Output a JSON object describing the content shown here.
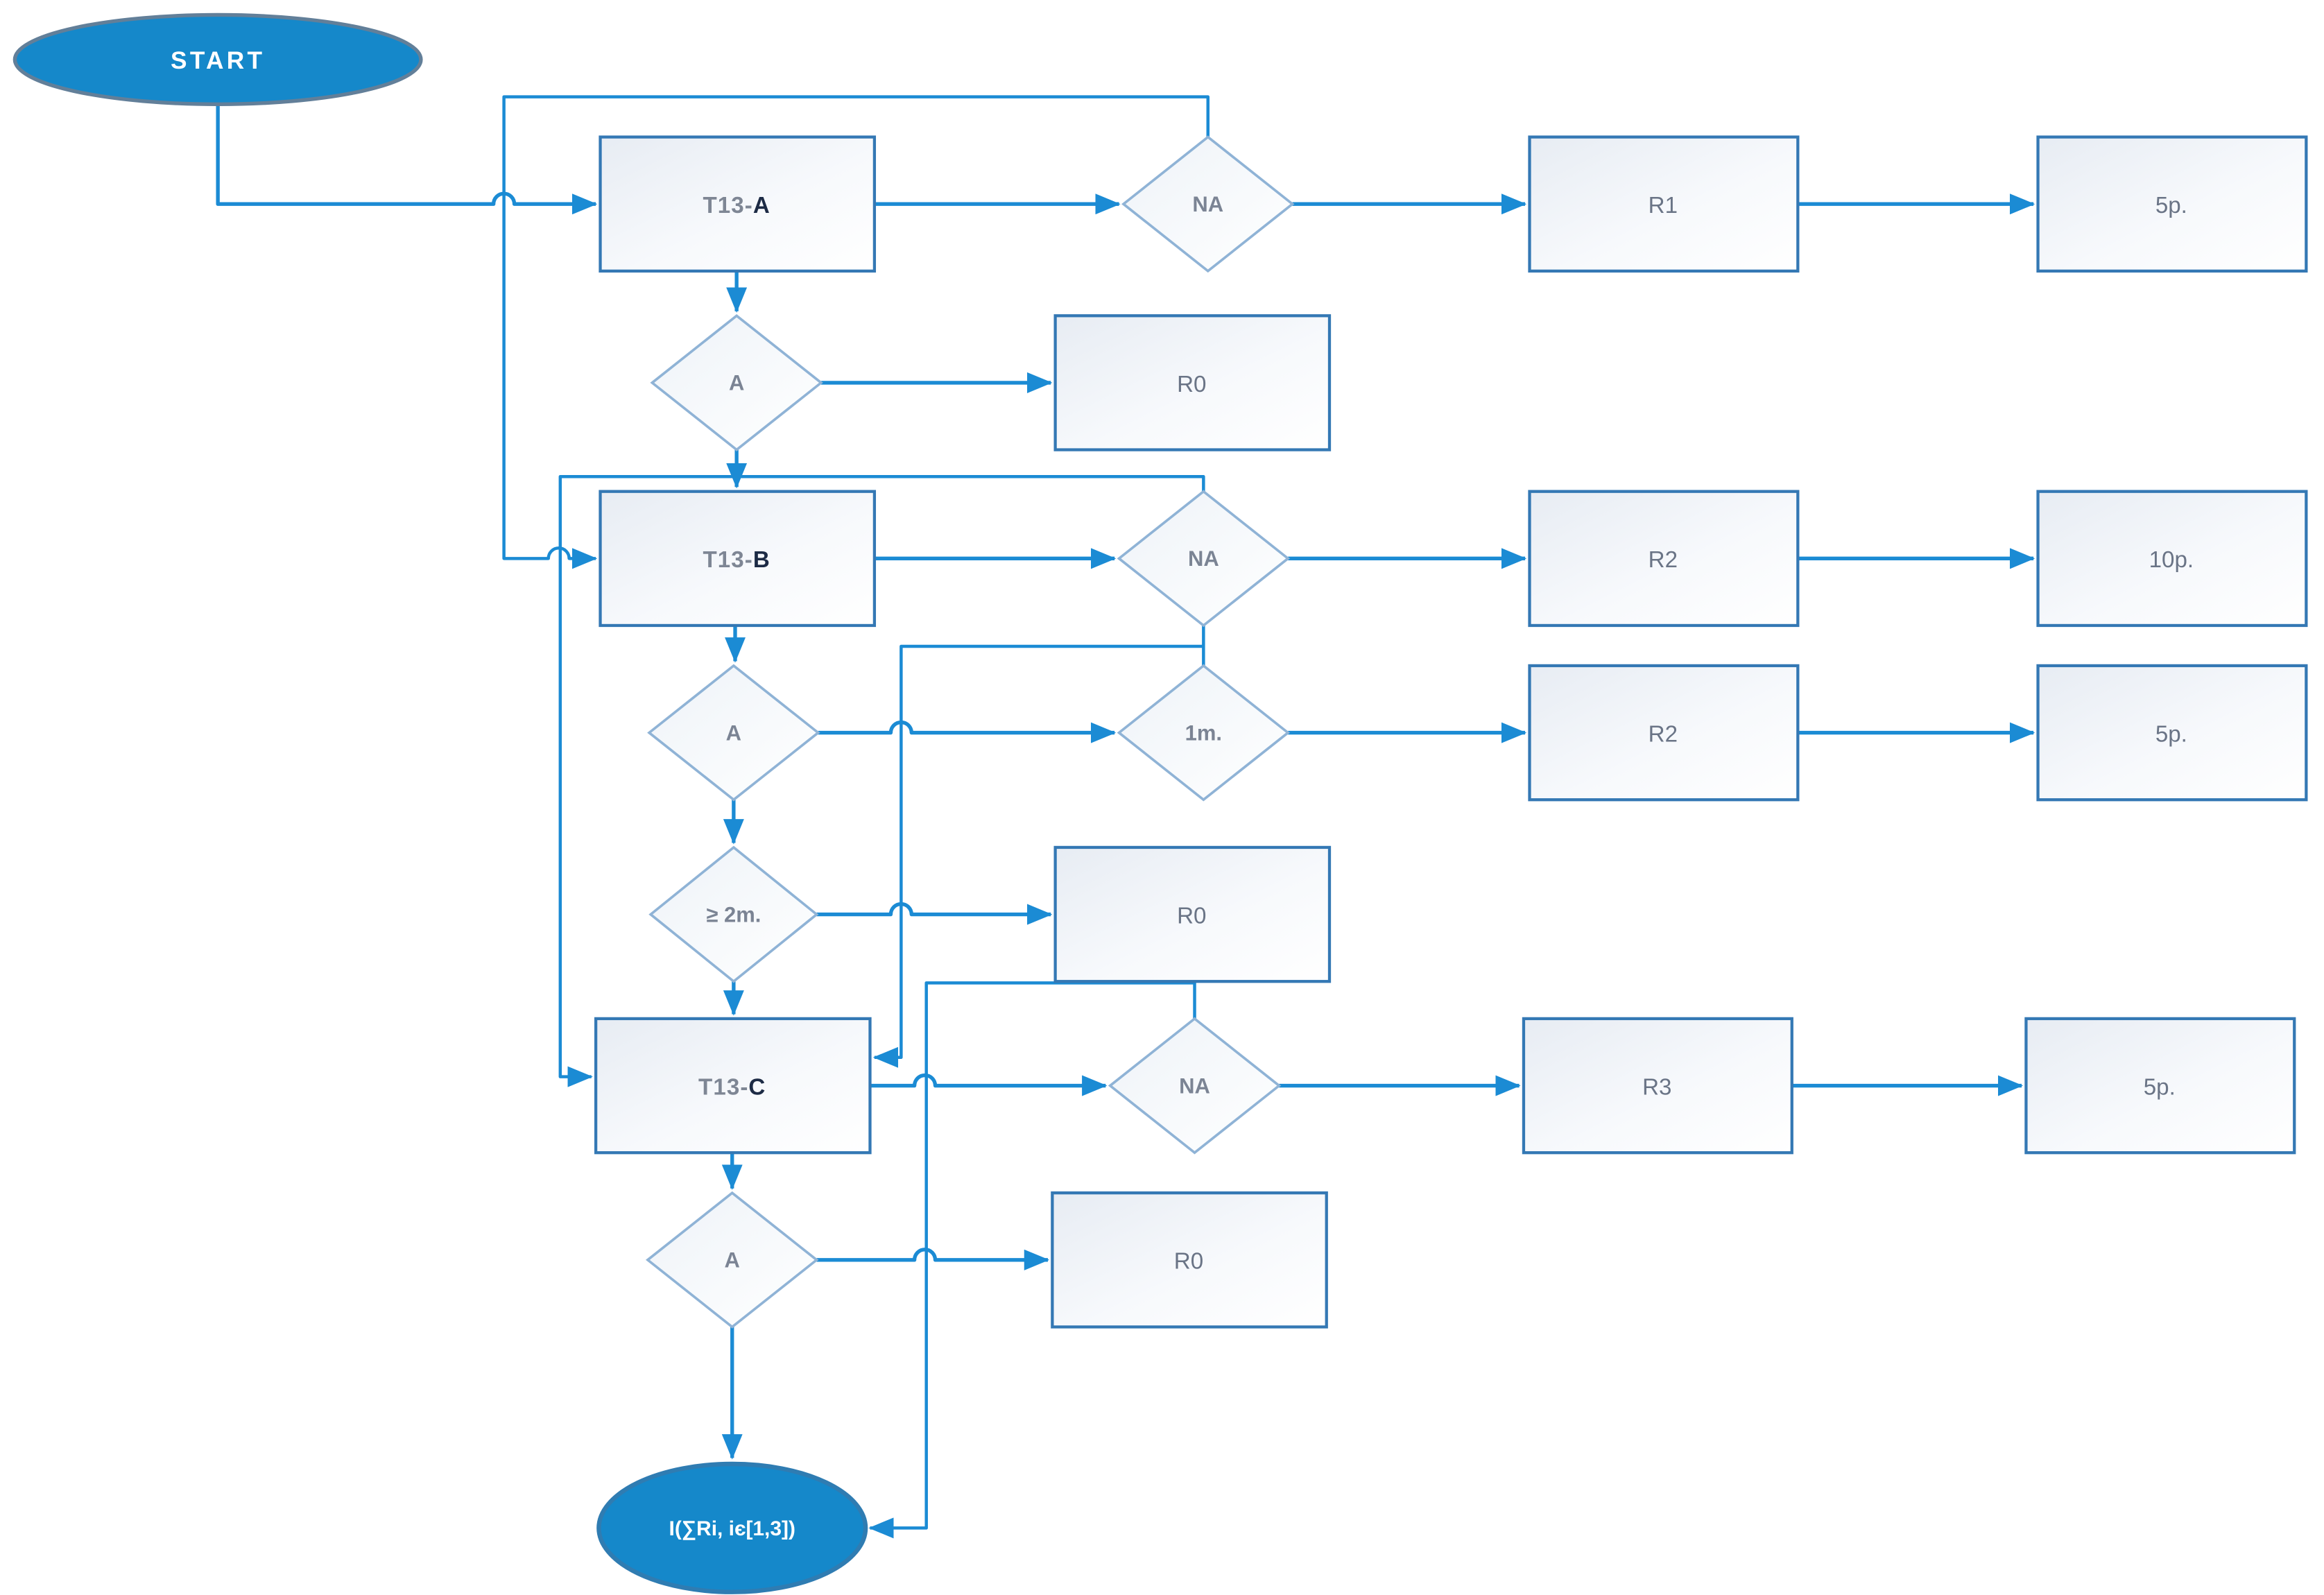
{
  "diagram": {
    "type": "flowchart",
    "description": "Scoring flowchart for tasks T13-A, T13-B, T13-C leading to result I(sum of Ri)",
    "nodes": {
      "start": {
        "label": "START",
        "shape": "terminator"
      },
      "t13a": {
        "label": "T13-A",
        "prefix": "T13-",
        "suffix": "A",
        "shape": "process"
      },
      "na1": {
        "label": "NA",
        "shape": "decision"
      },
      "r1": {
        "label": "R1",
        "shape": "process"
      },
      "p5a": {
        "label": "5p.",
        "shape": "process"
      },
      "a1": {
        "label": "A",
        "shape": "decision"
      },
      "r0a": {
        "label": "R0",
        "shape": "process"
      },
      "t13b": {
        "label": "T13-B",
        "prefix": "T13-",
        "suffix": "B",
        "shape": "process"
      },
      "na2": {
        "label": "NA",
        "shape": "decision"
      },
      "r2a": {
        "label": "R2",
        "shape": "process"
      },
      "p10": {
        "label": "10p.",
        "shape": "process"
      },
      "a2": {
        "label": "A",
        "shape": "decision"
      },
      "m1": {
        "label": "1m.",
        "shape": "decision"
      },
      "r2b": {
        "label": "R2",
        "shape": "process"
      },
      "p5b": {
        "label": "5p.",
        "shape": "process"
      },
      "m2": {
        "label": "≥ 2m.",
        "shape": "decision"
      },
      "r0b": {
        "label": "R0",
        "shape": "process"
      },
      "t13c": {
        "label": "T13-C",
        "prefix": "T13-",
        "suffix": "C",
        "shape": "process"
      },
      "na3": {
        "label": "NA",
        "shape": "decision"
      },
      "r3": {
        "label": "R3",
        "shape": "process"
      },
      "p5c": {
        "label": "5p.",
        "shape": "process"
      },
      "a3": {
        "label": "A",
        "shape": "decision"
      },
      "r0c": {
        "label": "R0",
        "shape": "process"
      },
      "end": {
        "label": "I(∑Ri, iє[1,3])",
        "shape": "terminator"
      }
    },
    "edges": [
      {
        "from": "start",
        "to": "t13a"
      },
      {
        "from": "t13a",
        "to": "na1"
      },
      {
        "from": "na1",
        "to": "r1"
      },
      {
        "from": "r1",
        "to": "p5a"
      },
      {
        "from": "t13a",
        "to": "a1"
      },
      {
        "from": "a1",
        "to": "r0a"
      },
      {
        "from": "a1",
        "to": "t13b"
      },
      {
        "from": "na1",
        "to": "t13b",
        "route": "loop-top-left"
      },
      {
        "from": "t13b",
        "to": "na2"
      },
      {
        "from": "na2",
        "to": "r2a"
      },
      {
        "from": "r2a",
        "to": "p10"
      },
      {
        "from": "t13b",
        "to": "a2"
      },
      {
        "from": "a2",
        "to": "m1"
      },
      {
        "from": "m1",
        "to": "r2b"
      },
      {
        "from": "r2b",
        "to": "p5b"
      },
      {
        "from": "a2",
        "to": "m2"
      },
      {
        "from": "m2",
        "to": "r0b"
      },
      {
        "from": "m2",
        "to": "t13c"
      },
      {
        "from": "na2",
        "to": "t13c",
        "route": "loop-left"
      },
      {
        "from": "na2",
        "to": "m1",
        "route": "vertical"
      },
      {
        "from": "na2",
        "to": "t13c",
        "route": "loop-inner-right"
      },
      {
        "from": "t13c",
        "to": "na3"
      },
      {
        "from": "na3",
        "to": "r3"
      },
      {
        "from": "r3",
        "to": "p5c"
      },
      {
        "from": "t13c",
        "to": "a3"
      },
      {
        "from": "a3",
        "to": "r0c"
      },
      {
        "from": "a3",
        "to": "end"
      },
      {
        "from": "na3",
        "to": "end",
        "route": "loop-right"
      }
    ],
    "colors": {
      "line": "#1b8bd4",
      "process_border": "#3478b4",
      "decision_border": "#8fb3d6",
      "terminal_fill": "#1588ca",
      "process_text": "#6a7486",
      "terminal_text": "#ffffff",
      "background": "#ffffff"
    }
  }
}
